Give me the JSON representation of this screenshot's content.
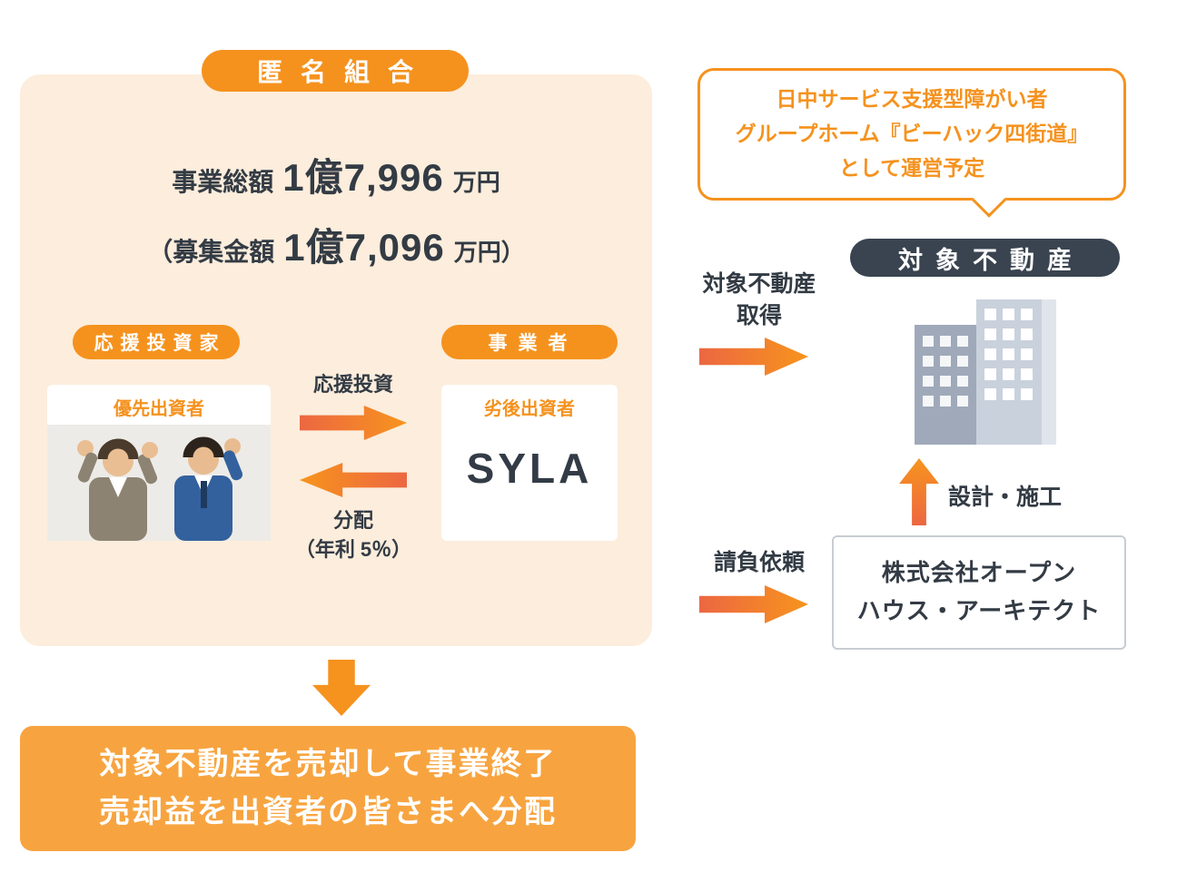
{
  "colors": {
    "accent_orange": "#F5921E",
    "result_box_orange": "#F7A440",
    "panel_peach": "#FCEDDC",
    "dark_navy_pill": "#3A4450",
    "arrow_gradient_start": "#EC6742",
    "arrow_gradient_end": "#F7941D",
    "text_dark": "#333B44"
  },
  "partnership": {
    "title": "匿名組合",
    "total": {
      "label": "事業総額",
      "number": "1億7,996",
      "unit": "万円"
    },
    "raise": {
      "label": "（募集金額",
      "number": "1億7,096",
      "unit": "万円）"
    },
    "investor": {
      "pill": "応援投資家",
      "card_label": "優先出資者"
    },
    "operator": {
      "pill": "事業者",
      "card_label": "劣後出資者",
      "logo": "SYLA"
    },
    "invest_arrow_label": "応援投資",
    "dist_arrow_label_1": "分配",
    "dist_arrow_label_2": "（年利 5％）"
  },
  "result_box": {
    "line1": "対象不動産を売却して事業終了",
    "line2": "売却益を出資者の皆さまへ分配"
  },
  "property": {
    "bubble": {
      "line1": "日中サービス支援型障がい者",
      "line2": "グループホーム『ビーハック四街道』",
      "line3": "として運営予定"
    },
    "pill": "対象不動産",
    "acquire_label_1": "対象不動産",
    "acquire_label_2": "取得",
    "design_label": "設計・施工",
    "contract_label": "請負依頼",
    "architect": {
      "line1": "株式会社オープン",
      "line2": "ハウス・アーキテクト"
    }
  }
}
